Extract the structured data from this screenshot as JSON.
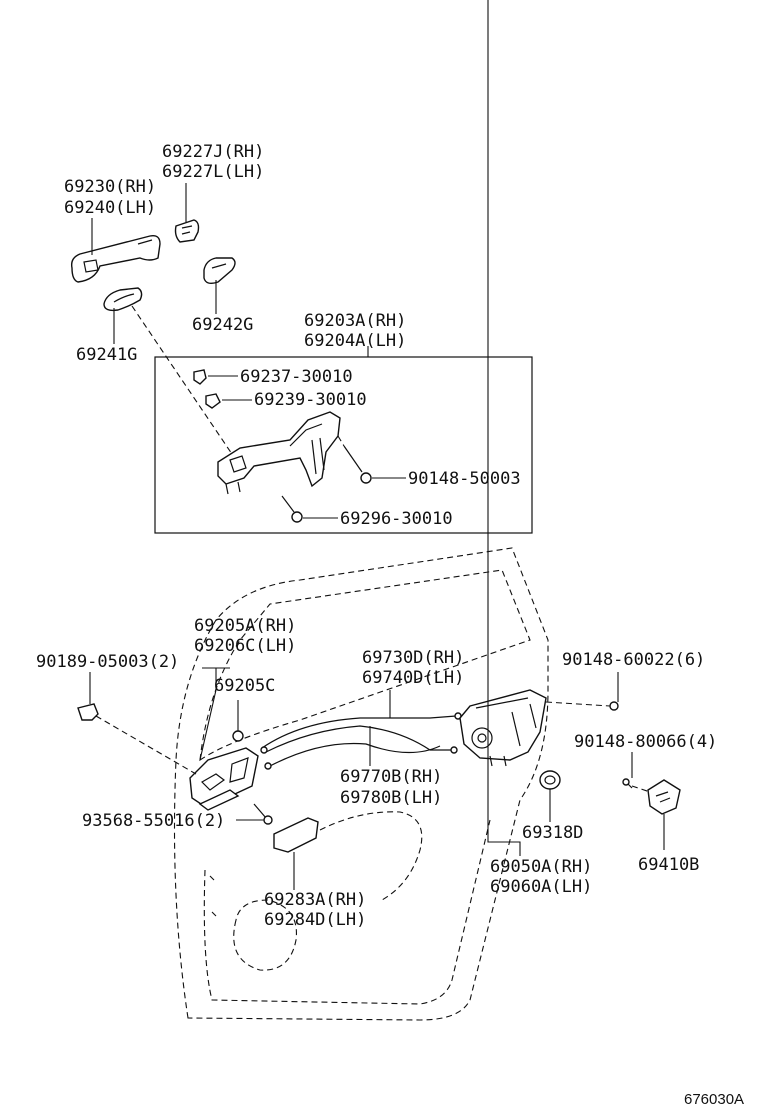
{
  "labels": {
    "p69227": "69227J(RH)",
    "p69227b": "69227L(LH)",
    "p69230": "69230(RH)",
    "p69240": "69240(LH)",
    "p69242": "69242G",
    "p69241": "69241G",
    "p69203": "69203A(RH)",
    "p69204": "69204A(LH)",
    "p69237": "69237-30010",
    "p69239": "69239-30010",
    "p90148a": "90148-50003",
    "p69296": "69296-30010",
    "p69205a": "69205A(RH)",
    "p69206": "69206C(LH)",
    "p69205c": "69205C",
    "p90189": "90189-05003(2)",
    "p69730": "69730D(RH)",
    "p69740": "69740D(LH)",
    "p90148b": "90148-60022(6)",
    "p90148c": "90148-80066(4)",
    "p69770": "69770B(RH)",
    "p69780": "69780B(LH)",
    "p93568": "93568-55016(2)",
    "p69318": "69318D",
    "p69050": "69050A(RH)",
    "p69060": "69060A(LH)",
    "p69410": "69410B",
    "p69283": "69283A(RH)",
    "p69284": "69284D(LH)"
  },
  "diagram_code": "676030A"
}
